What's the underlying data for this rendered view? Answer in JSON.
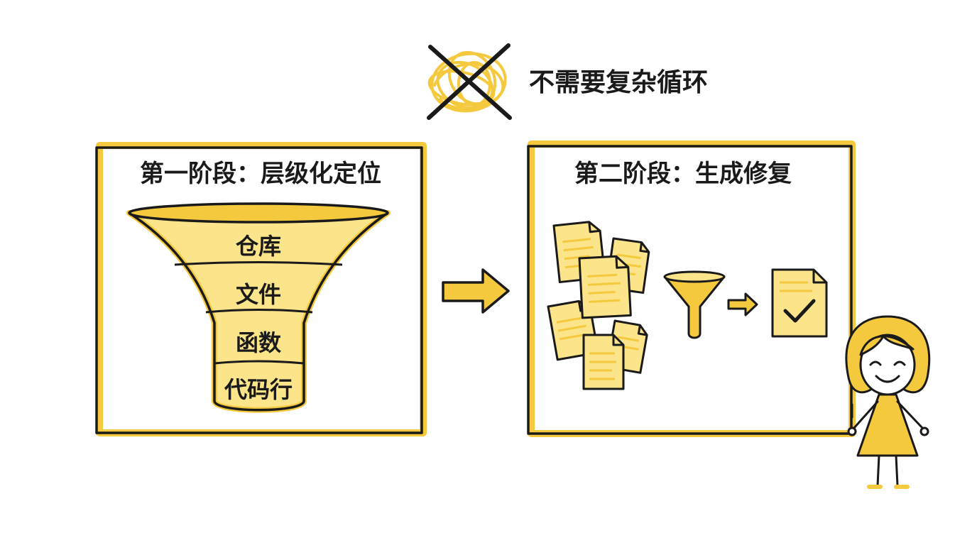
{
  "top_note": {
    "text": "不需要复杂循环",
    "icon": "crossed-out-scribble-icon"
  },
  "stage1": {
    "title": "第一阶段：层级化定位",
    "funnel_levels": [
      "仓库",
      "文件",
      "函数",
      "代码行"
    ]
  },
  "stage2": {
    "title": "第二阶段：生成修复",
    "icons": [
      "document-pile-icon",
      "filter-funnel-icon",
      "small-arrow-icon",
      "checked-document-icon"
    ]
  },
  "colors": {
    "accent_yellow": "#F5C93D",
    "light_yellow": "#FBE48A",
    "ink": "#1A1A1A",
    "background": "#FFFFFF"
  }
}
